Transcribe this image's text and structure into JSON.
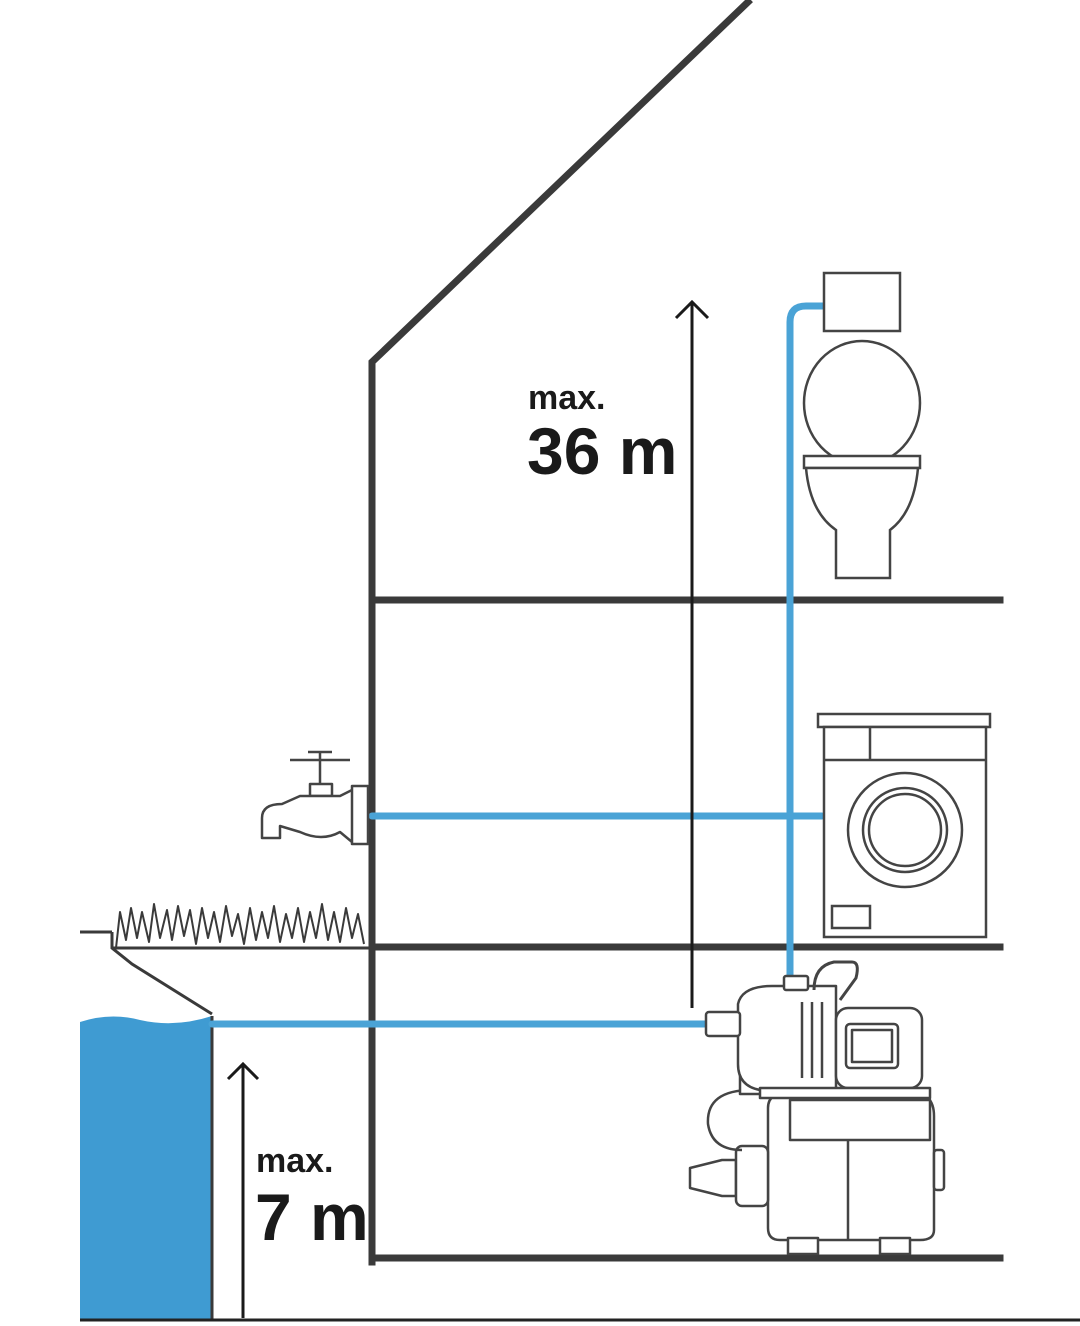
{
  "annotations": {
    "lift_height": {
      "prefix": "max.",
      "value": "36 m"
    },
    "suction_depth": {
      "prefix": "max.",
      "value": "7 m"
    }
  },
  "colors": {
    "pipe": "#4aa3d6",
    "water": "#3f9bd2",
    "wall": "#3a3a3a",
    "outline": "#444444",
    "background": "#ffffff"
  },
  "icons": [
    "house-outline",
    "garden-tap-icon",
    "toilet-icon",
    "washing-machine-icon",
    "booster-pump-icon",
    "water-well",
    "grass"
  ]
}
